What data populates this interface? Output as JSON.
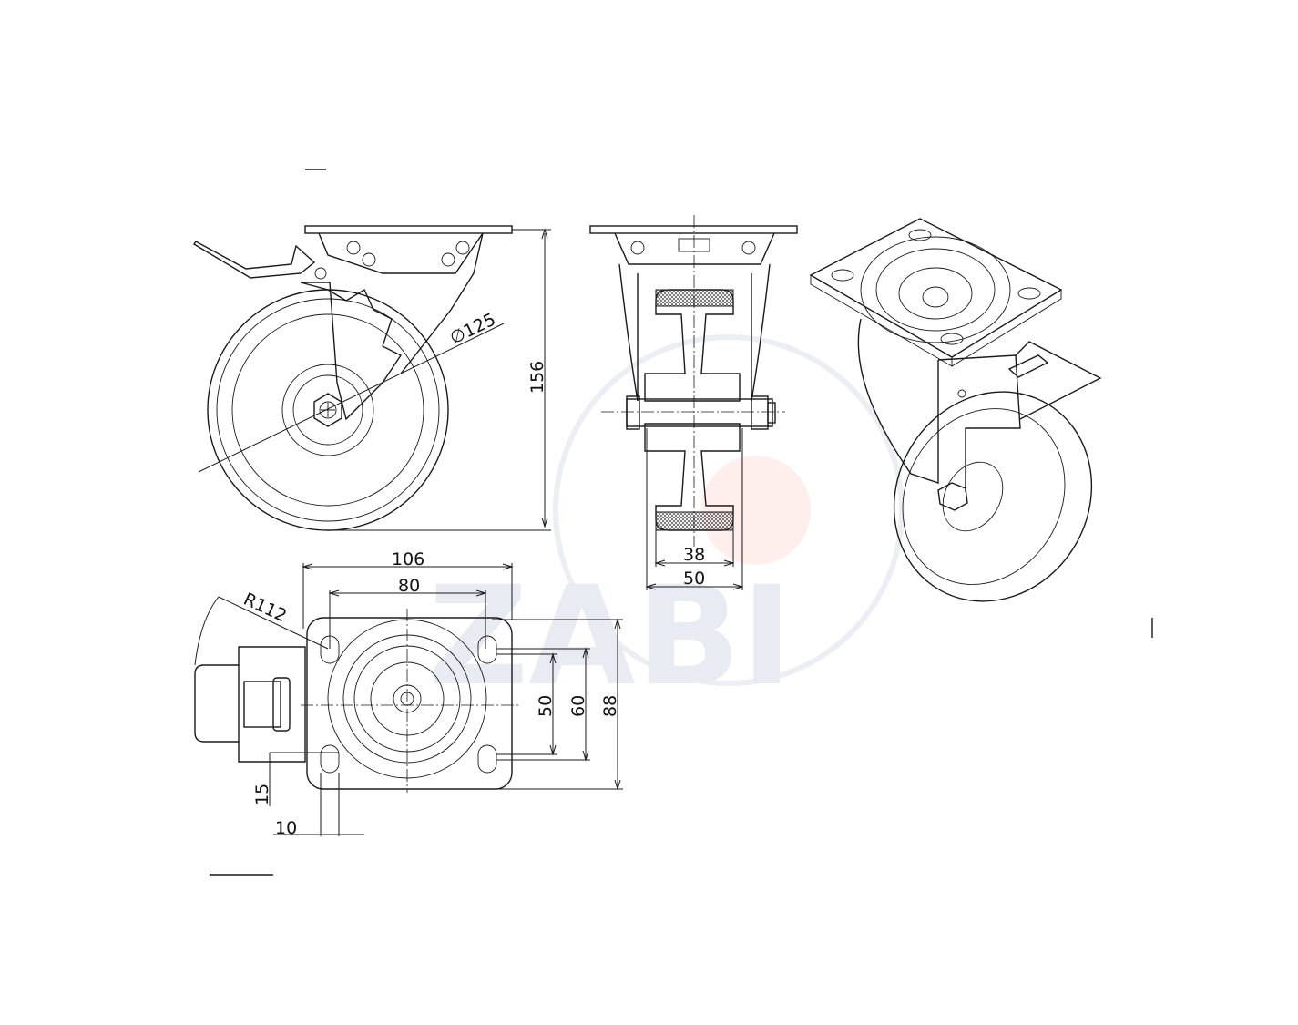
{
  "watermark": {
    "logo_text": "ZABI",
    "accent_color": "#fde8e6",
    "ring_color": "#eceef4"
  },
  "side_view": {
    "height_label": "156",
    "diameter_label": "∅125"
  },
  "front_view": {
    "tread_width_label": "38",
    "wheel_width_label": "50"
  },
  "top_view": {
    "plate_width_label": "106",
    "hole_spacing_x_label": "80",
    "swivel_radius_label": "R112",
    "hole_spacing_y_label": "50",
    "slot_span_label": "60",
    "plate_length_label": "88",
    "offset_y_label": "15",
    "offset_x_label": "10"
  }
}
